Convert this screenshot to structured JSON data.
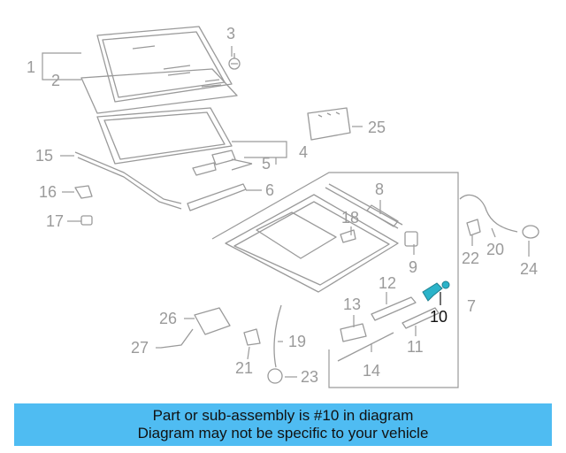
{
  "diagram": {
    "callouts": [
      {
        "id": "1",
        "label": "1"
      },
      {
        "id": "2",
        "label": "2"
      },
      {
        "id": "3",
        "label": "3"
      },
      {
        "id": "4",
        "label": "4"
      },
      {
        "id": "5",
        "label": "5"
      },
      {
        "id": "6",
        "label": "6"
      },
      {
        "id": "7",
        "label": "7"
      },
      {
        "id": "8",
        "label": "8"
      },
      {
        "id": "9",
        "label": "9"
      },
      {
        "id": "10",
        "label": "10"
      },
      {
        "id": "11",
        "label": "11"
      },
      {
        "id": "12",
        "label": "12"
      },
      {
        "id": "13",
        "label": "13"
      },
      {
        "id": "14",
        "label": "14"
      },
      {
        "id": "15",
        "label": "15"
      },
      {
        "id": "16",
        "label": "16"
      },
      {
        "id": "17",
        "label": "17"
      },
      {
        "id": "18",
        "label": "18"
      },
      {
        "id": "19",
        "label": "19"
      },
      {
        "id": "20",
        "label": "20"
      },
      {
        "id": "21",
        "label": "21"
      },
      {
        "id": "22",
        "label": "22"
      },
      {
        "id": "23",
        "label": "23"
      },
      {
        "id": "24",
        "label": "24"
      },
      {
        "id": "25",
        "label": "25"
      },
      {
        "id": "26",
        "label": "26"
      },
      {
        "id": "27",
        "label": "27"
      }
    ],
    "highlighted_part": "10",
    "highlight_color": "#2bb3c9",
    "line_color": "#9a9a9a"
  },
  "banner": {
    "line1": "Part or sub-assembly is #10 in diagram",
    "line2": "Diagram may not be specific to your vehicle",
    "background": "#4fbcf2"
  }
}
